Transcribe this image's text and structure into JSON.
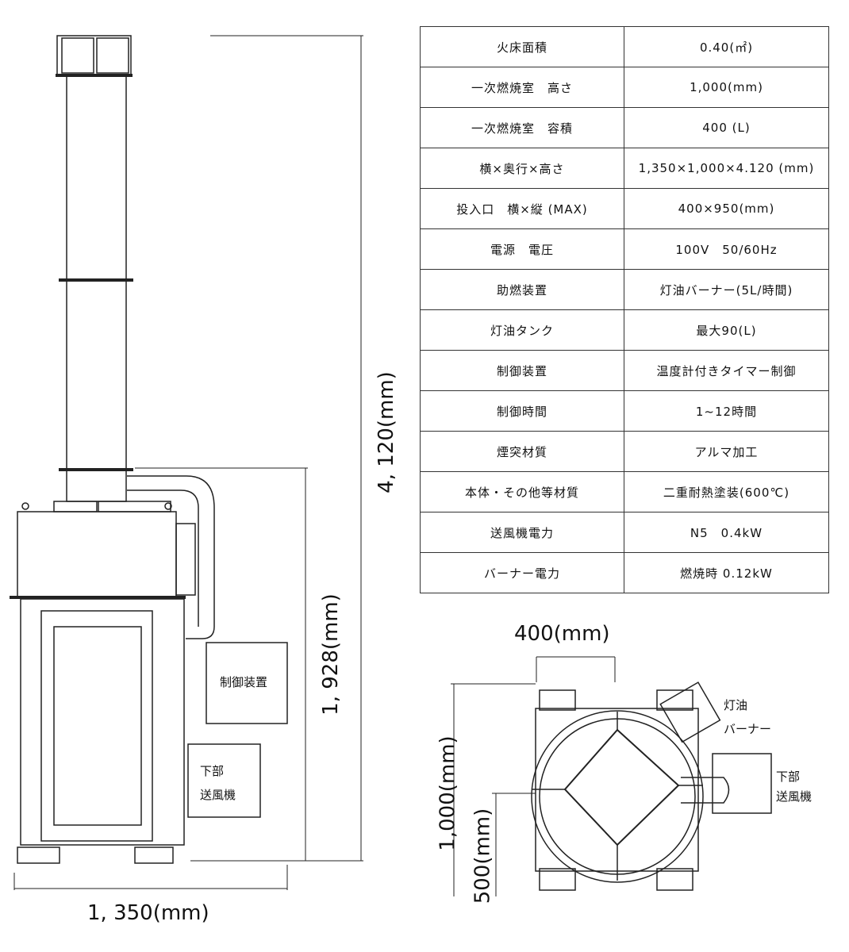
{
  "spec_table": {
    "rows": [
      {
        "label": "火床面積",
        "value": "0.40(㎡)"
      },
      {
        "label": "一次燃焼室　高さ",
        "value": "1,000(mm)"
      },
      {
        "label": "一次燃焼室　容積",
        "value": "400 (L)"
      },
      {
        "label": "横×奥行×高さ",
        "value": "1,350×1,000×4.120 (mm)"
      },
      {
        "label": "投入口　横×縦 (MAX)",
        "value": "400×950(mm)"
      },
      {
        "label": "電源　電圧",
        "value": "100V　50/60Hz"
      },
      {
        "label": "助燃装置",
        "value": "灯油バーナー(5L/時間)"
      },
      {
        "label": "灯油タンク",
        "value": "最大90(L)"
      },
      {
        "label": "制御装置",
        "value": "温度計付きタイマー制御"
      },
      {
        "label": "制御時間",
        "value": "1~12時間"
      },
      {
        "label": "煙突材質",
        "value": "アルマ加工"
      },
      {
        "label": "本体・その他等材質",
        "value": "二重耐熱塗装(600℃)"
      },
      {
        "label": "送風機電力",
        "value": "N5　0.4kW"
      },
      {
        "label": "バーナー電力",
        "value": "燃焼時 0.12kW"
      }
    ]
  },
  "side_view": {
    "height_total": "4, 120(mm)",
    "height_body": "1, 928(mm)",
    "width": "1, 350(mm)",
    "control_label": "制御装置",
    "blower_label_1": "下部",
    "blower_label_2": "送風機"
  },
  "top_view": {
    "opening_width": "400(mm)",
    "depth": "1,000(mm)",
    "half_depth": "500(mm)",
    "burner_label_1": "灯油",
    "burner_label_2": "バーナー",
    "blower_label_1": "下部",
    "blower_label_2": "送風機"
  }
}
